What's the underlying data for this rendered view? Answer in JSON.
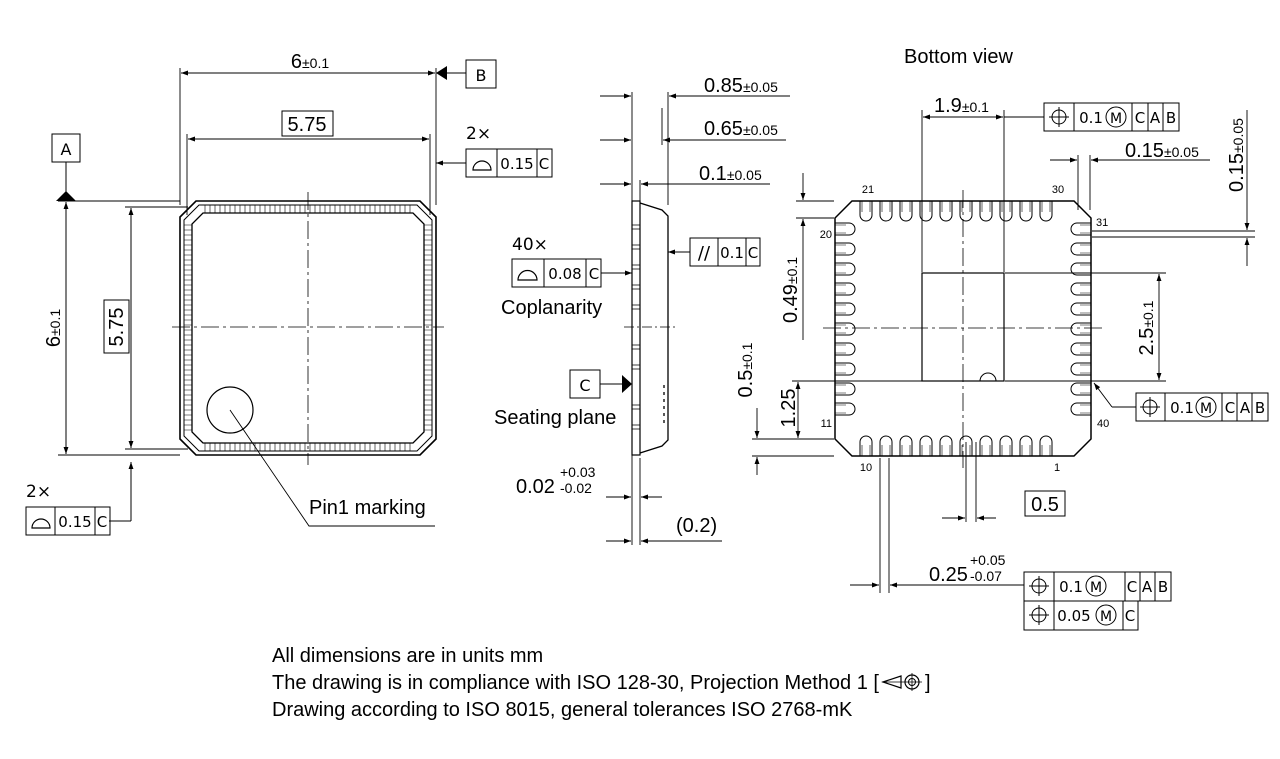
{
  "views": {
    "bottom_view_title": "Bottom view"
  },
  "top_view": {
    "datum_a": "A",
    "datum_b": "B",
    "width_nominal": "6",
    "width_tol": "±0.1",
    "height_nominal": "6",
    "height_tol": "±0.1",
    "inner_width": "5.75",
    "inner_height": "5.75",
    "edge_profile_count": "2×",
    "edge_profile_value": "0.15",
    "edge_profile_datum": "C",
    "bottom_profile_count": "2×",
    "bottom_profile_value": "0.15",
    "bottom_profile_datum": "C",
    "pin1_label": "Pin1 marking"
  },
  "side_view": {
    "dim_085": "0.85",
    "dim_085_tol": "±0.05",
    "dim_065": "0.65",
    "dim_065_tol": "±0.05",
    "dim_01": "0.1",
    "dim_01_tol": "±0.05",
    "parallelism_symbol": "//",
    "parallelism_value": "0.1",
    "parallelism_datum": "C",
    "coplanarity_count": "40×",
    "coplanarity_value": "0.08",
    "coplanarity_datum": "C",
    "coplanarity_label": "Coplanarity",
    "datum_c": "C",
    "seating_plane_label": "Seating plane",
    "standoff_nominal": "0.02",
    "standoff_plus": "+0.03",
    "standoff_minus": "-0.02",
    "ref_dim": "(0.2)"
  },
  "bottom_view": {
    "pin_21": "21",
    "pin_30": "30",
    "pin_31": "31",
    "pin_20": "20",
    "pin_11": "11",
    "pin_40": "40",
    "pin_10": "10",
    "pin_1": "1",
    "pad_width_nominal": "1.9",
    "pad_width_tol": "±0.1",
    "pad_pos_value": "0.1",
    "pad_pos_mmc": "M",
    "pad_pos_datum1": "C",
    "pad_pos_datum2": "A",
    "pad_pos_datum3": "B",
    "dim_015": "0.15",
    "dim_015_tol": "±0.05",
    "vdim_015": "0.15",
    "vdim_015_tol": "±0.05",
    "dim_049": "0.49",
    "dim_049_tol": "±0.1",
    "dim_05v": "0.5",
    "dim_05v_tol": "±0.1",
    "dim_125": "1.25",
    "pad_height_nominal": "2.5",
    "pad_height_tol": "±0.1",
    "right_pos_value": "0.1",
    "right_pos_mmc": "M",
    "right_pos_datum1": "C",
    "right_pos_datum2": "A",
    "right_pos_datum3": "B",
    "pitch": "0.5",
    "lead_width_nominal": "0.25",
    "lead_width_plus": "+0.05",
    "lead_width_minus": "-0.07",
    "lead_pos1_value": "0.1",
    "lead_pos1_mmc": "M",
    "lead_pos1_datum1": "C",
    "lead_pos1_datum2": "A",
    "lead_pos1_datum3": "B",
    "lead_pos2_value": "0.05",
    "lead_pos2_mmc": "M",
    "lead_pos2_datum1": "C"
  },
  "notes": {
    "line1": "All dimensions are in units mm",
    "line2": "The drawing is in compliance with ISO 128-30, Projection Method 1 [",
    "line2_end": "]",
    "line3": "Drawing according to ISO 8015, general tolerances ISO 2768-mK"
  }
}
